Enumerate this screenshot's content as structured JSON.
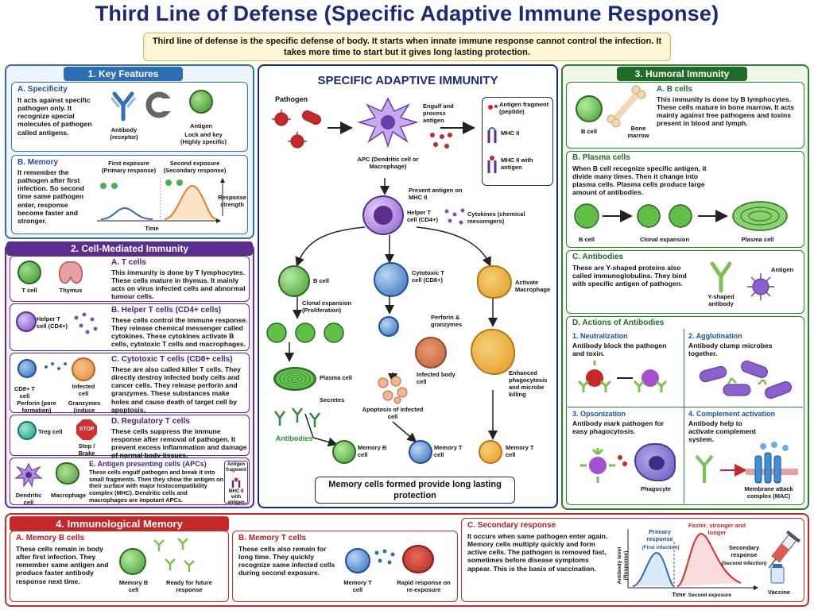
{
  "title": "Third Line of Defense (Specific Adaptive Immune Response)",
  "intro": "Third line of defense is the specific defense of body. It starts when innate immune response cannot control the infection. It takes more time to start but it gives long lasting protection.",
  "key_features": {
    "title": "1. Key Features",
    "specificity": {
      "heading": "A. Specificity",
      "text": "It acts against specific pathogen only. It recognize special molecules of pathogen called antigens.",
      "antibody_label": "Antibody (receptor)",
      "antigen_label": "Antigen",
      "lock_label": "Lock and key (Highly specific)"
    },
    "memory": {
      "heading": "B. Memory",
      "text": "It remember the pathogen after first infection. So second time same pathogen enter, response become faster and stronger.",
      "first_label": "First exposure (Primary response)",
      "second_label": "Second exposure (Secondary response)",
      "strength_label": "Response strength",
      "time_label": "Time"
    }
  },
  "cell_mediated": {
    "title": "2. Cell-Mediated Immunity",
    "t_cells": {
      "heading": "A. T cells",
      "text": "This immunity is done by T lymphocytes. These cells mature in thymus. It mainly acts on virus infected cells and abnormal tumour cells.",
      "tcell_label": "T cell",
      "thymus_label": "Thymus"
    },
    "helper": {
      "heading": "B. Helper T cells (CD4+ cells)",
      "text": "These cells control the immune response. They release chemical messenger called cytokines. These cytokines activate B cells, cytotoxic T cells and macrophages.",
      "cell_label": "Helper T cell (CD4+)"
    },
    "cytotoxic": {
      "heading": "C. Cytotoxic T cells (CD8+ cells)",
      "text": "These are also called killer T cells. They directly destroy infected body cells and cancer cells. They release perforin and granzymes. These substances make holes and cause death of target cell by apoptosis.",
      "cd8_label": "CD8+ T cell",
      "infected_label": "Infected cell",
      "perforin_label": "Perforin (pore formation)",
      "granzymes_label": "Granzymes (induce apoptosis)"
    },
    "regulatory": {
      "heading": "D. Regulatory T cells",
      "text": "These cells suppress the immune response after removal of pathogen. It prevent excess inflammation and damage of normal body tissues.",
      "treg_label": "Treg cell",
      "stop_sign": "STOP",
      "stop_label": "Stop / Brake"
    },
    "apc": {
      "heading": "E. Antigen presenting cells (APCs)",
      "text": "These cells engulf pathogen and break it into small fragments. Then they show the antigen on their surface with major histocompatibility complex (MHC). Dendritic cells and macrophages are impotant APCs.",
      "dendritic_label": "Dendritic cell",
      "macrophage_label": "Macrophage",
      "fragment_label": "Antigen fragment",
      "mhc_label": "MHC II with antigen"
    }
  },
  "center": {
    "title": "SPECIFIC ADAPTIVE IMMUNITY",
    "pathogen": "Pathogen",
    "engulf": "Engulf and process antigen",
    "apc": "APC (Dendritic cell or Macrophage)",
    "frag_legend": "Antigen fragment (peptide)",
    "mhc2": "MHC II",
    "mhc2_antigen": "MHC II with antigen",
    "present": "Present antigen on MHC II",
    "helper": "Helper T cell (CD4+)",
    "cytokines": "Cytokines (chemical messengers)",
    "bcell": "B cell",
    "cytotoxic": "Cytotoxic T cell (CD8+)",
    "macrophage": "Activate Macrophage",
    "clonal": "Clonal expansion (Proliferation)",
    "perforin": "Perforin & granzymes",
    "infected": "Infected body cell",
    "plasma": "Plasma cell",
    "secretes": "Secretes",
    "antibodies": "Antibodies",
    "apoptosis": "Apoptosis of infected cell",
    "phago": "Enhanced phagocytosis and microbe killing",
    "mem_b": "Memory B cell",
    "mem_t1": "Memory T cell",
    "mem_t2": "Memory T cell",
    "memory_box": "Memory cells formed provide long lasting protection"
  },
  "humoral": {
    "title": "3. Humoral Immunity",
    "bcells": {
      "heading": "A. B cells",
      "text": "This immunity is done by B lymphocytes. These cells mature in bone marrow. It acts mainly against free pathogens and toxins present in blood and lymph.",
      "bcell_label": "B cell",
      "marrow_label": "Bone marrow"
    },
    "plasma": {
      "heading": "B. Plasma cells",
      "text": "When B cell recognize specific antigen, it divide many times. Then it change into plasma cells. Plasma cells produce large amount of antibodies.",
      "bcell_label": "B cell",
      "clonal_label": "Clonal expansion",
      "plasma_label": "Plasma cell"
    },
    "antibodies": {
      "heading": "C. Antibodies",
      "text": "These are Y-shaped proteins also called immunoglobulins. They bind with specific antigen of pathogen.",
      "y_label": "Y-shaped antibody",
      "antigen_label": "Antigen"
    },
    "actions": {
      "heading": "D. Actions of Antibodies",
      "neutralization_h": "1. Neutralization",
      "neutralization_t": "Antibody block the pathogen and toxin.",
      "agglutination_h": "2. Agglutination",
      "agglutination_t": "Antibody clump microbes together.",
      "opsonization_h": "3. Opsonization",
      "opsonization_t": "Antibody mark pathogen for easy phagocytosis.",
      "phagocyte_label": "Phagocyte",
      "complement_h": "4. Complement activation",
      "complement_t": "Antibody help to activate complement system.",
      "mac_label": "Membrane attack complex (MAC)"
    }
  },
  "memory": {
    "title": "4. Immunological Memory",
    "b": {
      "heading": "A. Memory B cells",
      "text": "These cells remain in body after first infection. They remember same antigen and produce faster antibody response next time.",
      "cell_label": "Memory B cell",
      "ready_label": "Ready for future response"
    },
    "t": {
      "heading": "B. Memory T cells",
      "text": "These cells also remain for long time. They quickly recognize same infected cells during second exposure.",
      "cell_label": "Memory T cell",
      "rapid_label": "Rapid response on re-exposure"
    },
    "secondary": {
      "heading": "C. Secondary response",
      "text": "It occurs when same pathogen enter again. Memory cells multiply quickly and form active cells. The pathogen is removed fast, sometimes before disease symptoms appear. This is the basis of vaccination.",
      "primary_label": "Primary response",
      "primary_sub": "(First infection)",
      "faster_label": "Faster, stronger and longer",
      "secondary_label": "Secondary response",
      "secondary_sub": "(Second infection)",
      "yaxis": "Antibody level (Response)",
      "time_label": "Time",
      "second_exposure": "Second exposure",
      "vaccine_label": "Vaccine"
    }
  },
  "colors": {
    "navy": "#1a2a78",
    "blue_panel": "#2f6db5",
    "purple_panel": "#5b2d8e",
    "green_panel": "#2f7d32",
    "red_panel": "#c62828",
    "bcell": "#4caf50",
    "tcell": "#2f6db5"
  }
}
